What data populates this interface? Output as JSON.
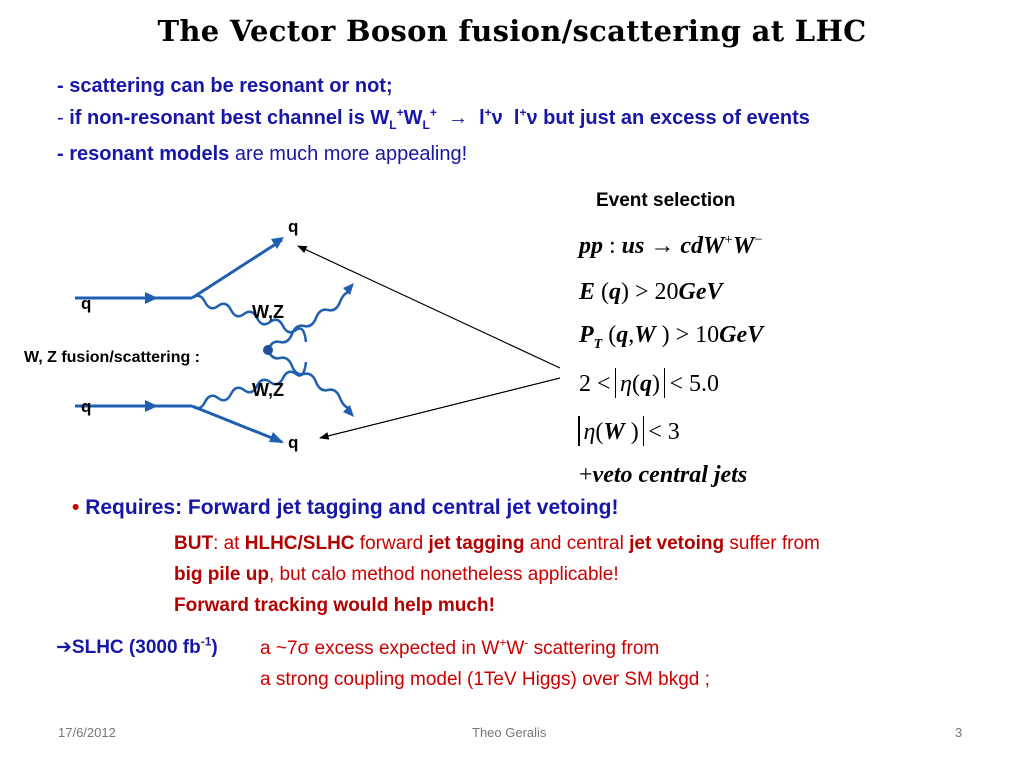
{
  "title": "The Vector Boson fusion/scattering at LHC",
  "bullets": {
    "line1": "- scattering can be resonant or not;",
    "line2_prefix": "- ",
    "line2_a": "if non-resonant best channel is W",
    "line2_suffix": " but just an excess of events",
    "line3_bold": "- resonant models",
    "line3_rest": " are much more appealing!"
  },
  "event_selection": {
    "heading": "Event selection"
  },
  "diagram": {
    "label": "W, Z fusion/scattering :",
    "q_top": "q",
    "q_in_top": "q",
    "q_in_bottom": "q",
    "q_bottom": "q",
    "wz_top": "W,Z",
    "wz_bottom": "W,Z"
  },
  "requires": {
    "bullet": "•",
    "text": "Requires: Forward jet tagging and central jet vetoing!",
    "but_label": "BUT",
    "but_1": ": at ",
    "hlhc": "HLHC/SLHC",
    "but_2": " forward ",
    "jet_tagging": "jet tagging",
    "but_3": " and central ",
    "jet_vetoing": "jet vetoing",
    "but_4": " suffer from",
    "big_pile_up": "big pile up",
    "line2_rest": ", but calo method nonetheless applicable!",
    "forward_tracking": "Forward tracking would help much!"
  },
  "slhc": {
    "label": "SLHC (3000 fb",
    "label_close": ")",
    "line1_a": "a ~7",
    "line1_b": " excess expected in W",
    "line1_c": "W",
    "line1_d": " scattering from",
    "line2": "a strong coupling model (1TeV Higgs) over SM bkgd ;"
  },
  "footer": {
    "date": "17/6/2012",
    "author": "Theo Geralis",
    "page": "3"
  },
  "colors": {
    "title": "#000000",
    "blue_text": "#1616a8",
    "red_text": "#cc0000",
    "diagram_lines": "#1f5fb0",
    "footer": "#777777"
  }
}
